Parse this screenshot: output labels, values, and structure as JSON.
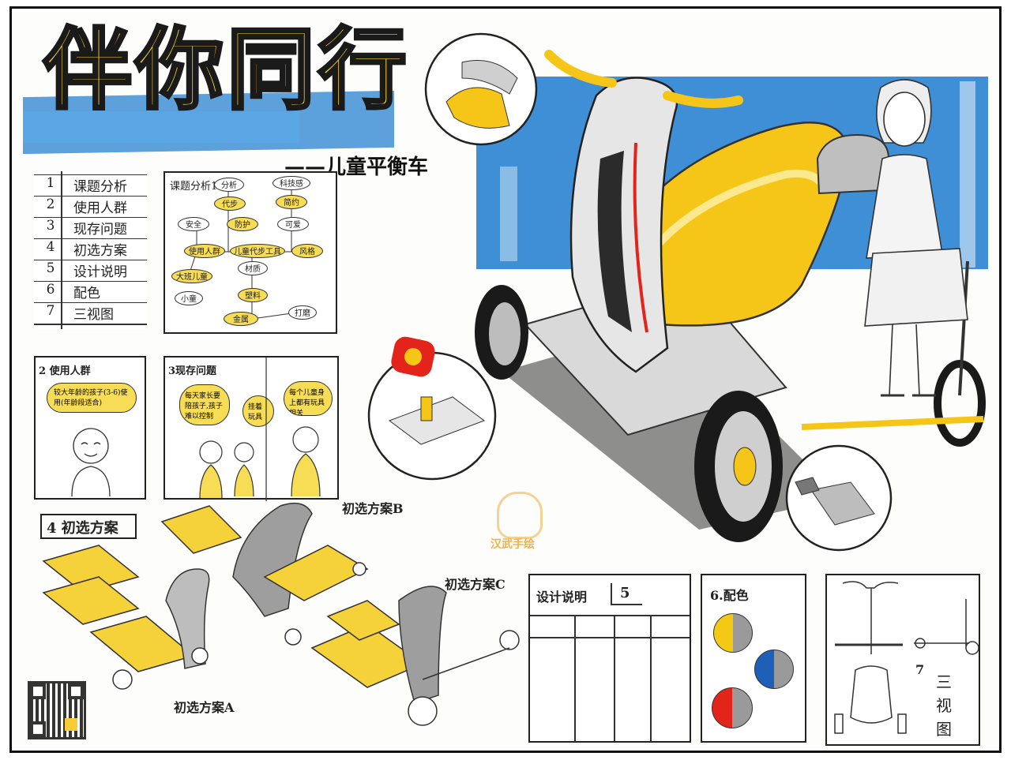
{
  "title": "伴你同行",
  "subtitle": "——儿童平衡车",
  "toc": [
    {
      "num": "1",
      "label": "课题分析"
    },
    {
      "num": "2",
      "label": "使用人群"
    },
    {
      "num": "3",
      "label": "现存问题"
    },
    {
      "num": "4",
      "label": "初选方案"
    },
    {
      "num": "5",
      "label": "设计说明"
    },
    {
      "num": "6",
      "label": "配色"
    },
    {
      "num": "7",
      "label": "三视图"
    }
  ],
  "analysis": {
    "heading": "课题分析1",
    "nodes": [
      "分析",
      "科技感",
      "代步",
      "简约",
      "安全",
      "防护",
      "可爱",
      "使用人群",
      "儿童代步工具",
      "风格",
      "大班儿童",
      "材质",
      "塑料",
      "小童",
      "金属",
      "打磨"
    ]
  },
  "users": {
    "heading": "2 使用人群",
    "note": "较大年龄的孩子(3-6)使用(年龄段适合)"
  },
  "problems": {
    "heading": "3现存问题",
    "note1": "每天家长要陪孩子,孩子难以控制",
    "note2": "挂着玩具",
    "note3": "每个儿童身上都有玩具相关"
  },
  "concepts": {
    "heading": "4 初选方案",
    "a": "初选方案A",
    "b": "初选方案B",
    "c": "初选方案C"
  },
  "design": {
    "heading": "设计说明",
    "num": "5"
  },
  "color": {
    "heading": "6.配色",
    "swatches": [
      "#f3c916",
      "#1f5fb8",
      "#e3241b"
    ]
  },
  "views": {
    "num": "7",
    "label": "三视图"
  },
  "watermark": "汉武手绘",
  "colors": {
    "accent_yellow": "#f5c518",
    "blue_marker": "#3f8fd6",
    "ink": "#222222"
  }
}
